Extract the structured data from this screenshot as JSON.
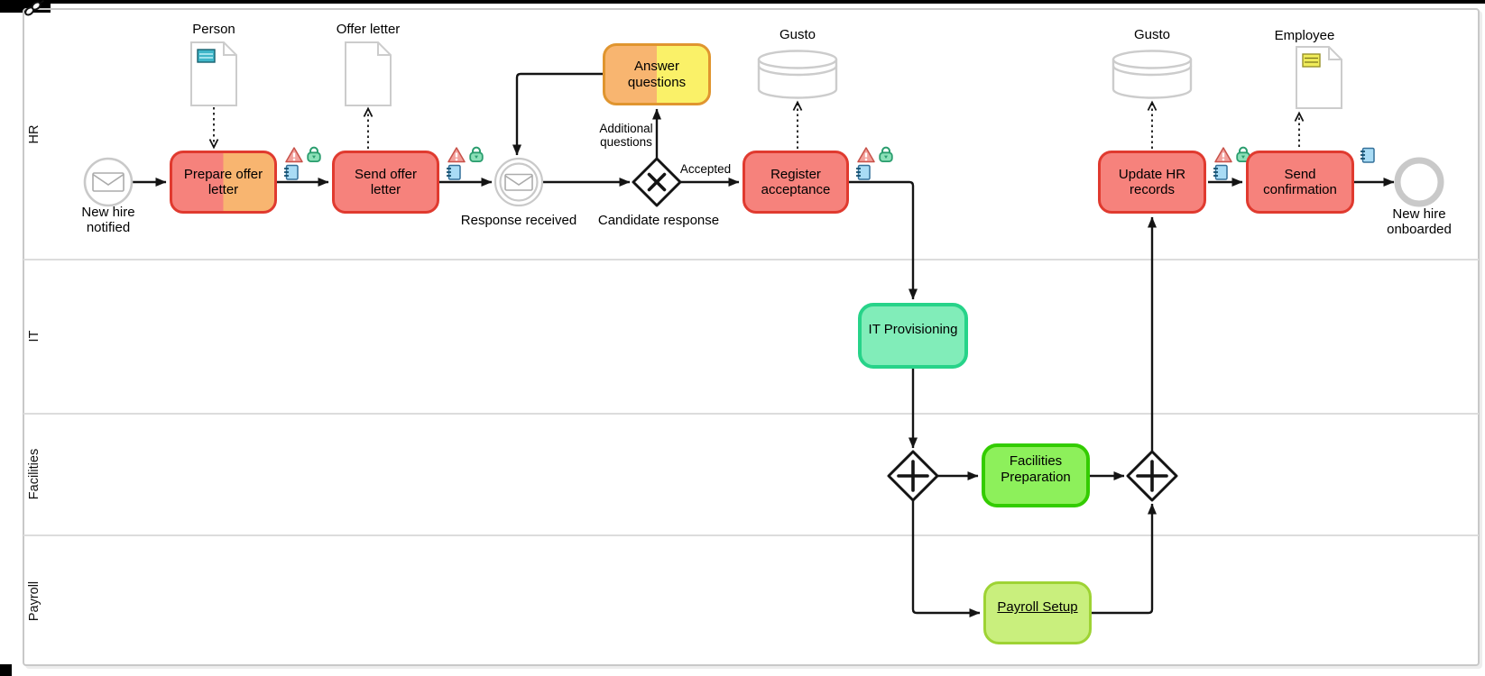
{
  "pool": {
    "lanes": [
      {
        "label": "HR"
      },
      {
        "label": "IT"
      },
      {
        "label": "Facilities"
      },
      {
        "label": "Payroll"
      }
    ]
  },
  "nodes": {
    "start_event": "New hire notified",
    "prepare_offer": "Prepare offer letter",
    "send_offer": "Send offer letter",
    "response_received": "Response received",
    "candidate_response": "Candidate response",
    "answer_questions": "Answer questions",
    "register_acceptance": "Register acceptance",
    "update_hr": "Update HR records",
    "send_confirmation": "Send confirmation",
    "end_event": "New hire onboarded",
    "it_provisioning": "IT Provisioning",
    "facilities_preparation": "Facilities Preparation",
    "payroll_setup": "Payroll Setup"
  },
  "artifacts": {
    "person": "Person",
    "offer_letter": "Offer letter",
    "employee": "Employee",
    "gusto_store_1": "Gusto",
    "gusto_store_2": "Gusto"
  },
  "flow_labels": {
    "accepted": "Accepted",
    "additional_questions": "Additional questions"
  },
  "icons": {
    "sphere": "sphere-marker",
    "chain": "link-marker",
    "warning": "warning-badge",
    "lock": "lock-badge",
    "note": "note-badge",
    "subprocess": "subprocess-plus-marker",
    "window_chain": "window-link"
  },
  "colors": {
    "task_red": "#F6827C",
    "task_red_border": "#E03A2F",
    "task_orange": "#F8B570",
    "task_orange_border": "#E0952F",
    "task_yellow": "#FAF168",
    "mint": "#81EDB9",
    "mint_border": "#27D389",
    "green": "#8DF05B",
    "green_border": "#33CC00",
    "lime": "#C9EF7D",
    "lime_border": "#9ED334",
    "neutral_border": "#C9C9C9",
    "flow_color": "#141414"
  }
}
